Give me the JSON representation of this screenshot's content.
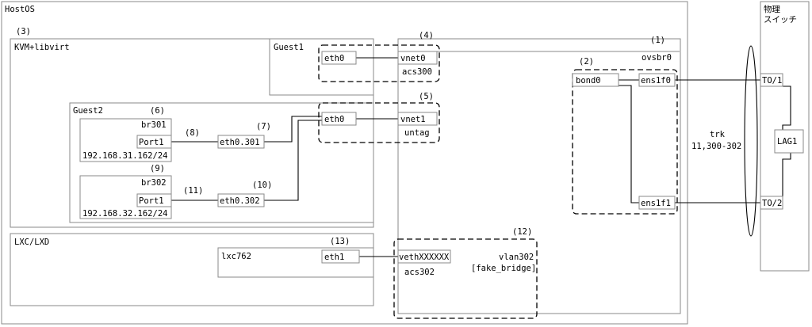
{
  "hostos": {
    "label": "HostOS"
  },
  "physical_switch": {
    "label_line1": "物理",
    "label_line2": "スイッチ",
    "ports": [
      "TO/1",
      "TO/2"
    ],
    "lag": "LAG1"
  },
  "kvm": {
    "label": "KVM+libvirt",
    "ref": "(3)"
  },
  "guest1": {
    "label": "Guest1",
    "nic": "eth0"
  },
  "guest2": {
    "label": "Guest2",
    "nic": "eth0",
    "br301": {
      "ref": "(6)",
      "name": "br301",
      "port": "Port1",
      "ip": "192.168.31.162/24"
    },
    "br302": {
      "ref": "(9)",
      "name": "br302",
      "port": "Port1",
      "ip": "192.168.32.162/24"
    },
    "vlan301": {
      "ref": "(7)",
      "name": "eth0.301",
      "link_ref": "(8)"
    },
    "vlan302": {
      "ref": "(10)",
      "name": "eth0.302",
      "link_ref": "(11)"
    }
  },
  "ovs": {
    "ref": "(1)",
    "name": "ovsbr0",
    "vnet0": {
      "ref": "(4)",
      "name": "vnet0",
      "tag": "acs300"
    },
    "vnet1": {
      "ref": "(5)",
      "name": "vnet1",
      "tag": "untag"
    },
    "bond": {
      "ref": "(2)",
      "name": "bond0",
      "slaves": [
        "ens1f0",
        "ens1f1"
      ]
    },
    "fake_bridge": {
      "ref": "(12)",
      "line1": "vlan302",
      "line2": "[fake_bridge]",
      "veth": "vethXXXXXX",
      "tag": "acs302"
    }
  },
  "trunk": {
    "label": "trk",
    "vlans": "11,300-302"
  },
  "lxc": {
    "label": "LXC/LXD",
    "container": "lxc762",
    "nic_ref": "(13)",
    "nic": "eth1"
  }
}
